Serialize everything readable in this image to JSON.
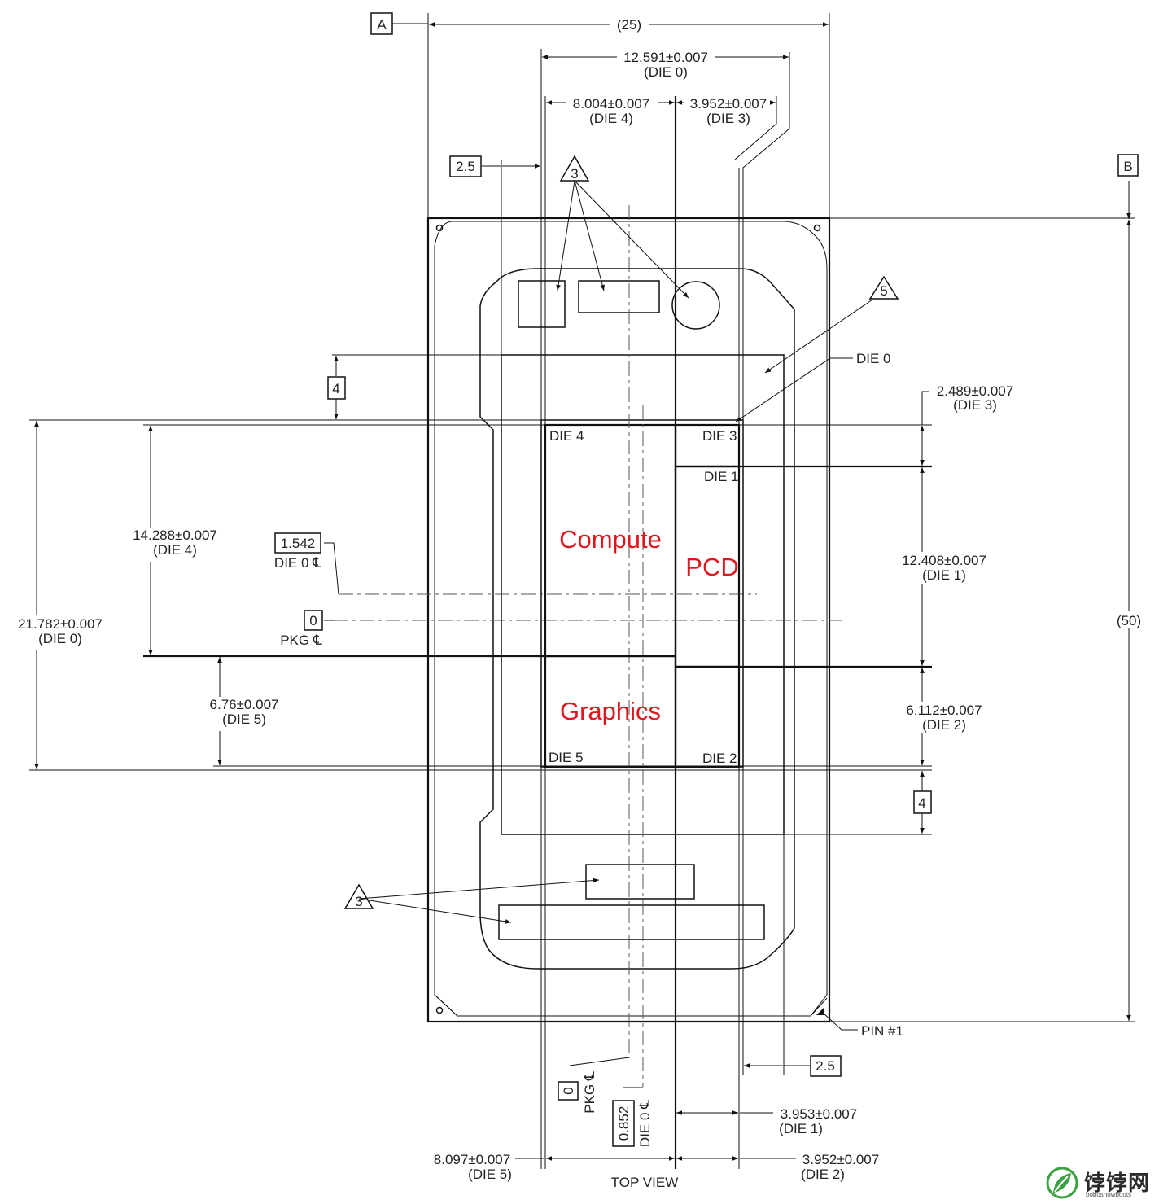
{
  "datum_a": "A",
  "datum_b": "B",
  "dims": {
    "width_pkg": "(25)",
    "height_pkg": "(50)",
    "die0_width_val": "12.591±0.007",
    "die0_width_die": "(DIE 0)",
    "die4_width_val": "8.004±0.007",
    "die4_width_die": "(DIE 4)",
    "die3_width_val": "3.952±0.007",
    "die3_width_die": "(DIE 3)",
    "edge_top_left": "2.5",
    "edge_bottom_right": "2.5",
    "top_margin": "4",
    "bottom_margin": "4",
    "die3_height_val": "2.489±0.007",
    "die3_height_die": "(DIE 3)",
    "die1_height_val": "12.408±0.007",
    "die1_height_die": "(DIE 1)",
    "die2_height_val": "6.112±0.007",
    "die2_height_die": "(DIE 2)",
    "die4_height_val": "14.288±0.007",
    "die4_height_die": "(DIE 4)",
    "die0_height_val": "21.782±0.007",
    "die0_height_die": "(DIE 0)",
    "die5_height_val": "6.76±0.007",
    "die5_height_die": "(DIE 5)",
    "die1_width_val": "3.953±0.007",
    "die1_width_die": "(DIE 1)",
    "die5_width_val": "8.097±0.007",
    "die5_width_die": "(DIE 5)",
    "die2_width_val": "3.952±0.007",
    "die2_width_die": "(DIE 2)",
    "die0_cl_offset": "1.542",
    "die0_cl_label": "DIE 0 ℄",
    "pkg_cl_zero": "0",
    "pkg_cl_label": "PKG ℄",
    "pkg_cl_zero_bottom": "0",
    "pkg_cl_label_bottom": "PKG ℄",
    "die0_cl_offset_bottom": "0.852",
    "die0_cl_label_bottom": "DIE 0 ℄"
  },
  "labels": {
    "die0": "DIE 0",
    "die1": "DIE 1",
    "die2": "DIE 2",
    "die3": "DIE 3",
    "die4": "DIE 4",
    "die5": "DIE 5",
    "compute": "Compute",
    "pcd": "PCD",
    "graphics": "Graphics",
    "pin1": "PIN #1",
    "view": "TOP VIEW",
    "note3": "3",
    "note3_b": "3",
    "note5": "5"
  },
  "watermark": {
    "text": "饽饽网",
    "sub": "bobosnowboots"
  },
  "colors": {
    "highlight": "#e0161e",
    "line": "#111111"
  }
}
